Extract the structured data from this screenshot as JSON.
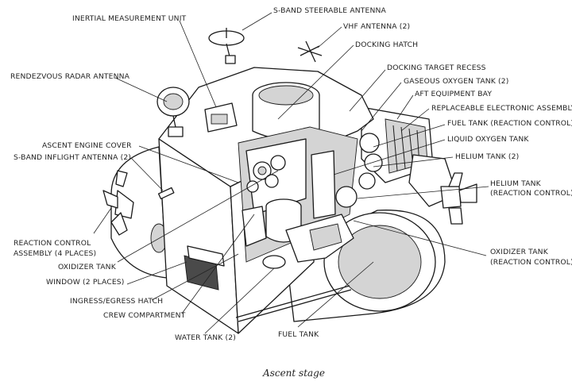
{
  "caption": "Ascent stage",
  "labels": {
    "inertial_measurement_unit": "INERTIAL MEASUREMENT UNIT",
    "s_band_steerable_antenna": "S-BAND STEERABLE ANTENNA",
    "vhf_antenna": "VHF ANTENNA (2)",
    "docking_hatch": "DOCKING HATCH",
    "rendezvous_radar_antenna": "RENDEZVOUS RADAR ANTENNA",
    "docking_target_recess": "DOCKING TARGET RECESS",
    "gaseous_oxygen_tank": "GASEOUS OXYGEN TANK (2)",
    "aft_equipment_bay": "AFT EQUIPMENT BAY",
    "replaceable_electronic_assembly": "REPLACEABLE ELECTRONIC ASSEMBLY",
    "fuel_tank_rc": "FUEL TANK (REACTION CONTROL)",
    "liquid_oxygen_tank": "LIQUID OXYGEN TANK",
    "ascent_engine_cover": "ASCENT ENGINE COVER",
    "helium_tank_2": "HELIUM TANK (2)",
    "s_band_inflight_antenna": "S-BAND INFLIGHT ANTENNA (2)",
    "helium_tank_rc_line1": "HELIUM TANK",
    "helium_tank_rc_line2": "(REACTION CONTROL)",
    "reaction_control_assembly_line1": "REACTION CONTROL",
    "reaction_control_assembly_line2": "ASSEMBLY (4 PLACES)",
    "oxidizer_tank": "OXIDIZER TANK",
    "oxidizer_tank_rc_line1": "OXIDIZER TANK",
    "oxidizer_tank_rc_line2": "(REACTION CONTROL)",
    "window": "WINDOW (2 PLACES)",
    "ingress_egress_hatch": "INGRESS/EGRESS HATCH",
    "crew_compartment": "CREW COMPARTMENT",
    "water_tank": "WATER TANK (2)",
    "fuel_tank": "FUEL TANK"
  }
}
